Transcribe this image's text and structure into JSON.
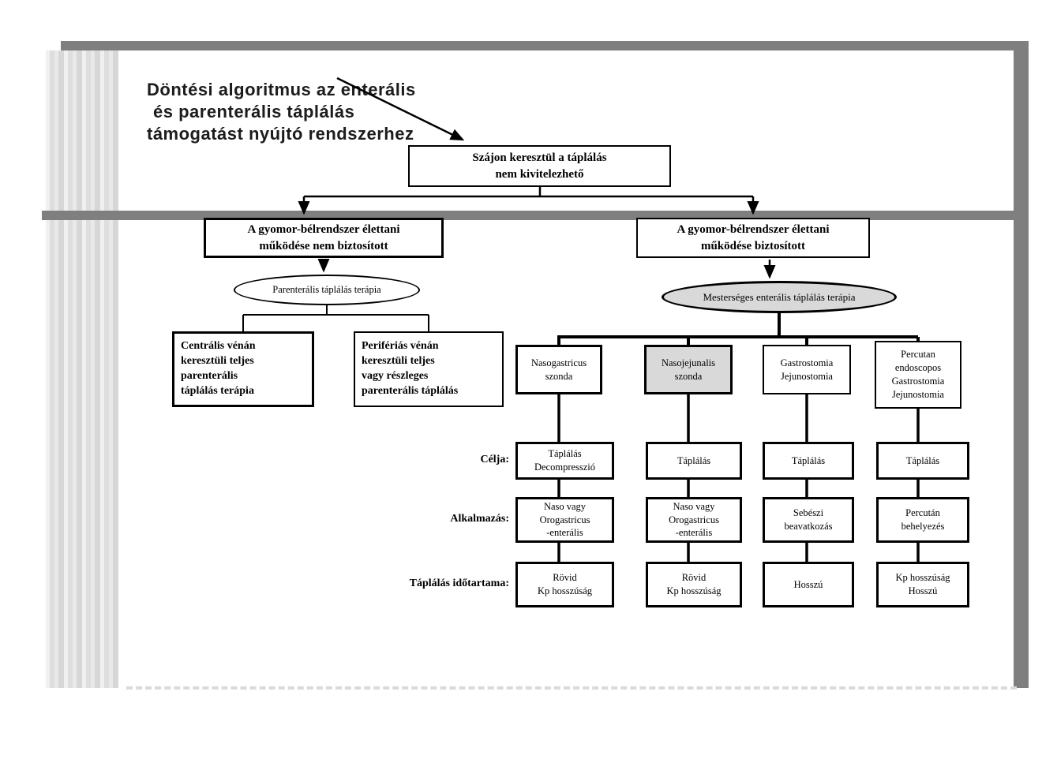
{
  "title": {
    "lines": [
      "Döntési algoritmus az enterális",
      "és parenterális táplálás",
      "támogatást nyújtó rendszerhez"
    ]
  },
  "flow": {
    "root": "Szájon keresztül a táplálás\nnem kivitelezhető",
    "left": {
      "condition": "A gyomor-bélrendszer élettani\nműködése nem biztosított",
      "therapy": "Parenterális táplálás terápia",
      "option1": "Centrális vénán\nkeresztüli teljes\nparenterális\ntáplálás terápia",
      "option2": "Perifériás vénán\nkeresztüli teljes\nvagy részleges\nparenterális táplálás"
    },
    "right": {
      "condition": "A gyomor-bélrendszer élettani\nműködése biztosított",
      "therapy": "Mesterséges enterális táplálás terápia",
      "methods": [
        "Nasogastricus\nszonda",
        "Nasojejunalis\nszonda",
        "Gastrostomia\nJejunostomia",
        "Percutan\nendoscopos\nGastrostomia\nJejunostomia"
      ],
      "rows": [
        {
          "label": "Célja:",
          "cells": [
            "Táplálás\nDecompresszió",
            "Táplálás",
            "Táplálás",
            "Táplálás"
          ]
        },
        {
          "label": "Alkalmazás:",
          "cells": [
            "Naso vagy\nOrogastricus\n-enterális",
            "Naso vagy\nOrogastricus\n-enterális",
            "Sebészi\nbeavatkozás",
            "Percután\nbehelyezés"
          ]
        },
        {
          "label": "Táplálás időtartama:",
          "cells": [
            "Rövid\nKp hosszúság",
            "Rövid\nKp hosszúság",
            "Hosszú",
            "Kp hosszúság\nHosszú"
          ]
        }
      ]
    }
  },
  "colors": {
    "frame_gray": "#7f7f7f",
    "shaded_fill": "#d9d9d9",
    "border_black": "#000000"
  }
}
